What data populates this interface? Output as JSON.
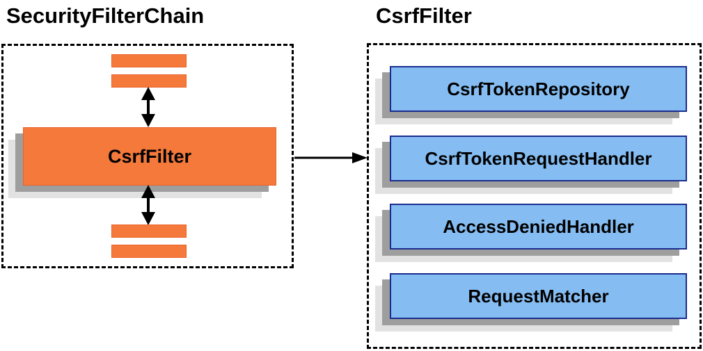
{
  "left_panel": {
    "title": "SecurityFilterChain",
    "filter_label": "CsrfFilter"
  },
  "right_panel": {
    "title": "CsrfFilter",
    "components": [
      "CsrfTokenRepository",
      "CsrfTokenRequestHandler",
      "AccessDeniedHandler",
      "RequestMatcher"
    ]
  },
  "colors": {
    "orange_fill": "#f4793b",
    "orange_border": "#e8632c",
    "blue_fill": "#85bdf2",
    "blue_border": "#1a2c8f",
    "shadow_inner": "#9e9e9e",
    "shadow_outer": "#e2e2e2",
    "arrow": "#000000",
    "dashed_border": "#000000"
  }
}
